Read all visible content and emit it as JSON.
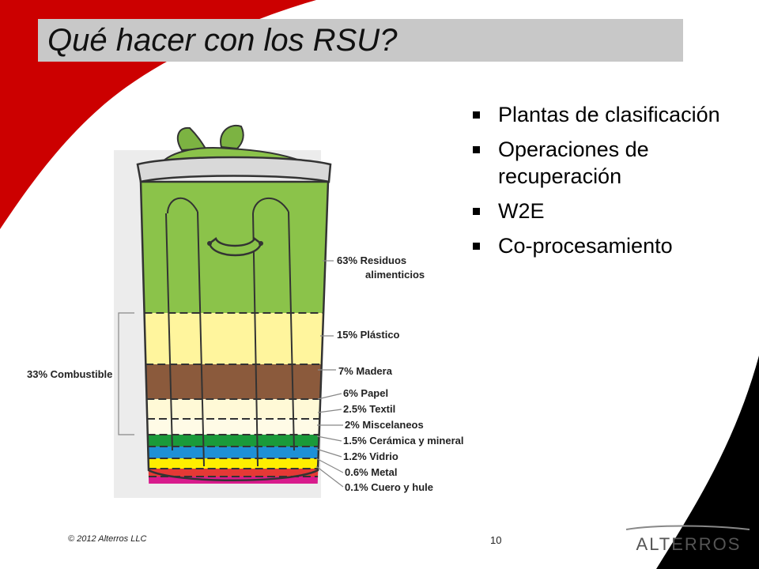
{
  "slide": {
    "title": "Qué hacer con los RSU?",
    "bullets": [
      "Plantas de clasificación",
      "Operaciones de recuperación",
      "W2E",
      "Co-procesamiento"
    ],
    "copyright": "© 2012 Alterros LLC",
    "page_number": "10",
    "logo_text": "ALTERROS"
  },
  "diagram": {
    "group_label": "33% Combustible",
    "layers": [
      {
        "pct": 63,
        "label": "63% Residuos",
        "label2": "alimenticios",
        "color": "#8bc34a"
      },
      {
        "pct": 15,
        "label": "15% Plástico",
        "color": "#fff59d"
      },
      {
        "pct": 7,
        "label": "7% Madera",
        "color": "#8b5a3c"
      },
      {
        "pct": 6,
        "label": "6% Papel",
        "color": "#fff9d6"
      },
      {
        "pct": 2.5,
        "label": "2.5% Textil",
        "color": "#fffbe6"
      },
      {
        "pct": 2,
        "label": "2% Miscelaneos",
        "color": "#1a9a3a"
      },
      {
        "pct": 1.5,
        "label": "1.5% Cerámica y mineral",
        "color": "#1e90d6"
      },
      {
        "pct": 1.2,
        "label": "1.2% Vidrio",
        "color": "#ffee00"
      },
      {
        "pct": 0.6,
        "label": "0.6% Metal",
        "color": "#e53935"
      },
      {
        "pct": 0.1,
        "label": "0.1% Cuero y hule",
        "color": "#d81b8c"
      }
    ]
  },
  "colors": {
    "accent_red": "#cc0000",
    "title_bar": "#c8c8c8"
  }
}
